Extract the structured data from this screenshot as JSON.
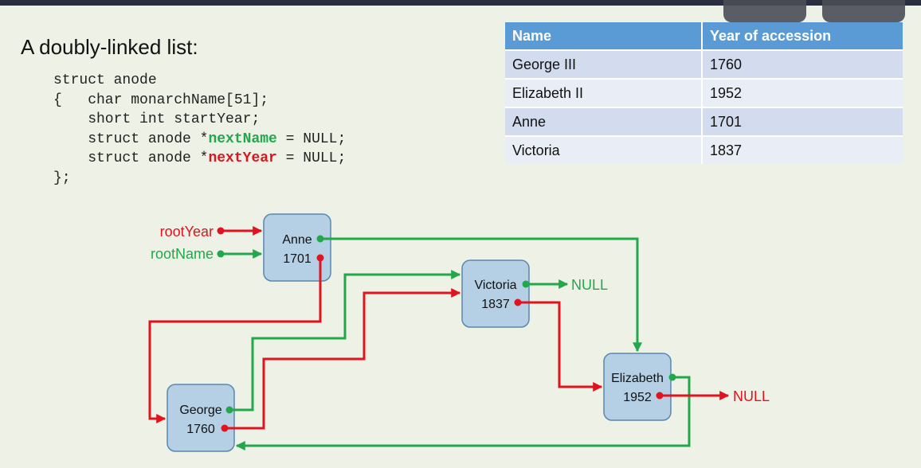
{
  "heading": "A doubly-linked list:",
  "code": {
    "l1": "struct anode",
    "l2": "{   char monarchName[51];",
    "l3": "    short int startYear;",
    "l4a": "    struct anode *",
    "l4b": "nextName",
    "l4c": " = NULL;",
    "l5a": "    struct anode *",
    "l5b": "nextYear",
    "l5c": " = NULL;",
    "l6": "};"
  },
  "table": {
    "headers": [
      "Name",
      "Year of accession"
    ],
    "rows": [
      [
        "George III",
        "1760"
      ],
      [
        "Elizabeth II",
        "1952"
      ],
      [
        "Anne",
        "1701"
      ],
      [
        "Victoria",
        "1837"
      ]
    ]
  },
  "diagram": {
    "root_year": "rootYear",
    "root_name": "rootName",
    "null_label": "NULL",
    "nodes": {
      "anne": {
        "name": "Anne",
        "year": "1701"
      },
      "victoria": {
        "name": "Victoria",
        "year": "1837"
      },
      "elizabeth": {
        "name": "Elizabeth",
        "year": "1952"
      },
      "george": {
        "name": "George",
        "year": "1760"
      }
    }
  },
  "colors": {
    "name_link": "#22a84a",
    "year_link": "#e0141e",
    "node_fill": "#b5d0e4",
    "header": "#5b9bd5"
  }
}
